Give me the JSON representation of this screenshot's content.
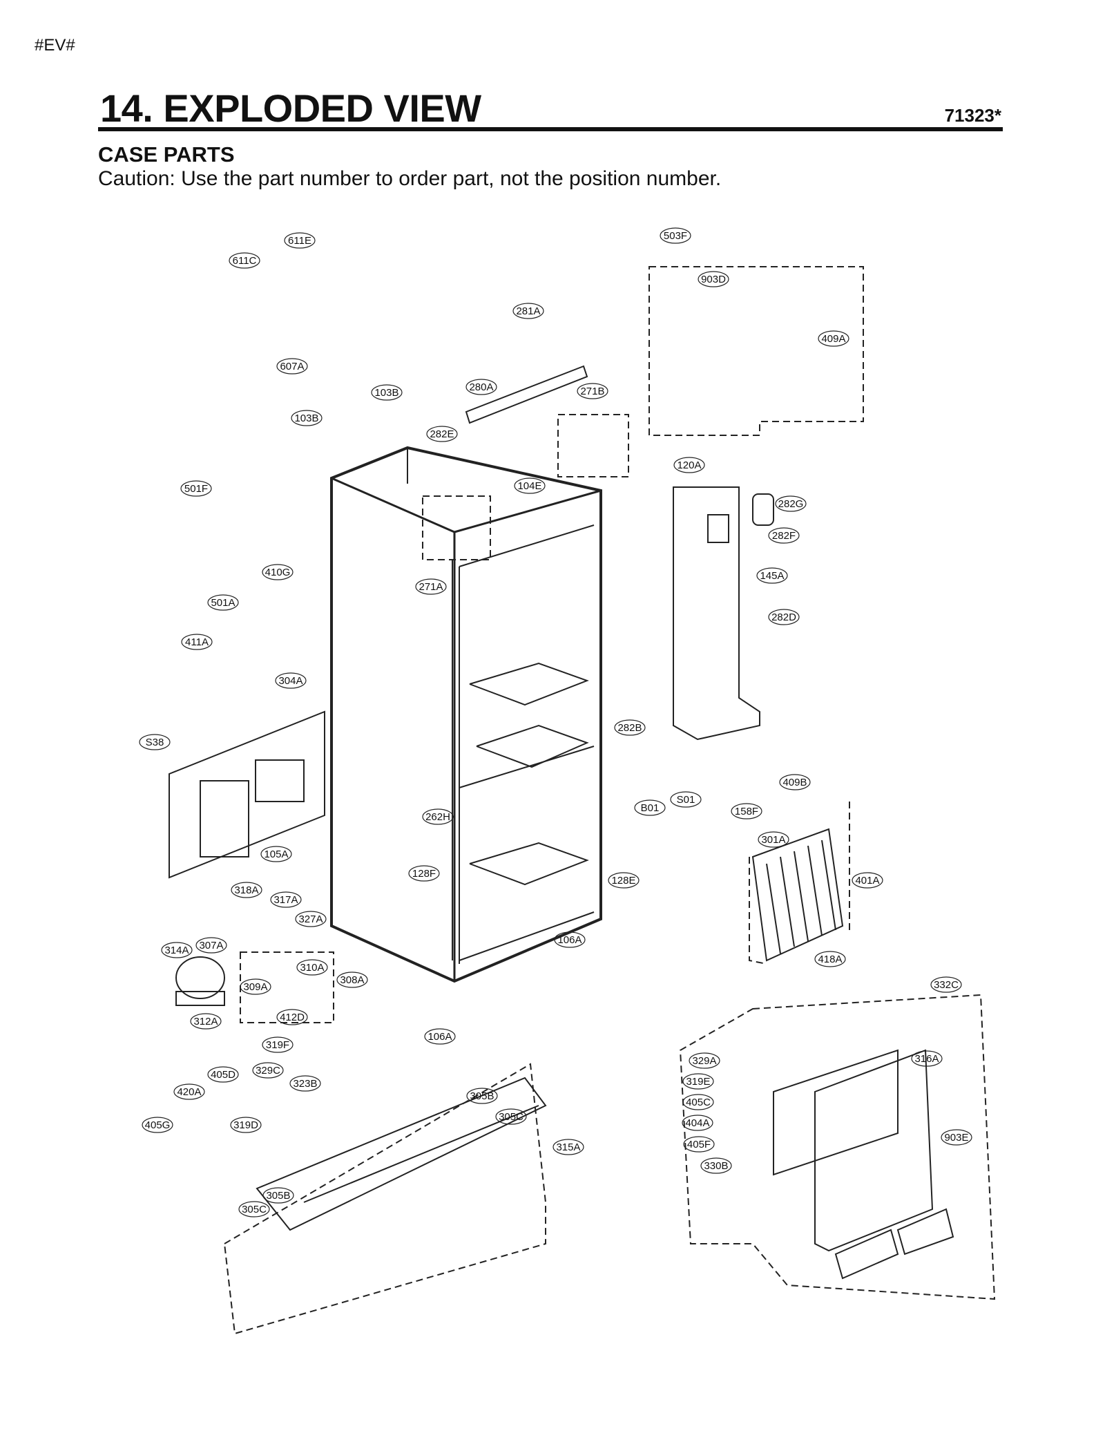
{
  "header": {
    "page_tag": "#EV#",
    "title": "14. EXPLODED VIEW",
    "model": "71323*",
    "section": "CASE PARTS",
    "caution": "Caution: Use the part number to order part, not the position number."
  },
  "callouts": [
    "611E",
    "611C",
    "503F",
    "903D",
    "281A",
    "409A",
    "607A",
    "103B",
    "280A",
    "271B",
    "103B",
    "282E",
    "120A",
    "501F",
    "104E",
    "282G",
    "282F",
    "410G",
    "271A",
    "145A",
    "501A",
    "282D",
    "411A",
    "304A",
    "282B",
    "S38",
    "409B",
    "S01",
    "B01",
    "158F",
    "262H",
    "301A",
    "105A",
    "401A",
    "128F",
    "128E",
    "318A",
    "317A",
    "327A",
    "106A",
    "314A",
    "307A",
    "310A",
    "418A",
    "308A",
    "309A",
    "332C",
    "312A",
    "412D",
    "106A",
    "319F",
    "329A",
    "316A",
    "405D",
    "329C",
    "319E",
    "323B",
    "420A",
    "305B",
    "405C",
    "305C",
    "404A",
    "405G",
    "319D",
    "315A",
    "903E",
    "405F",
    "330B",
    "305B",
    "305C"
  ]
}
